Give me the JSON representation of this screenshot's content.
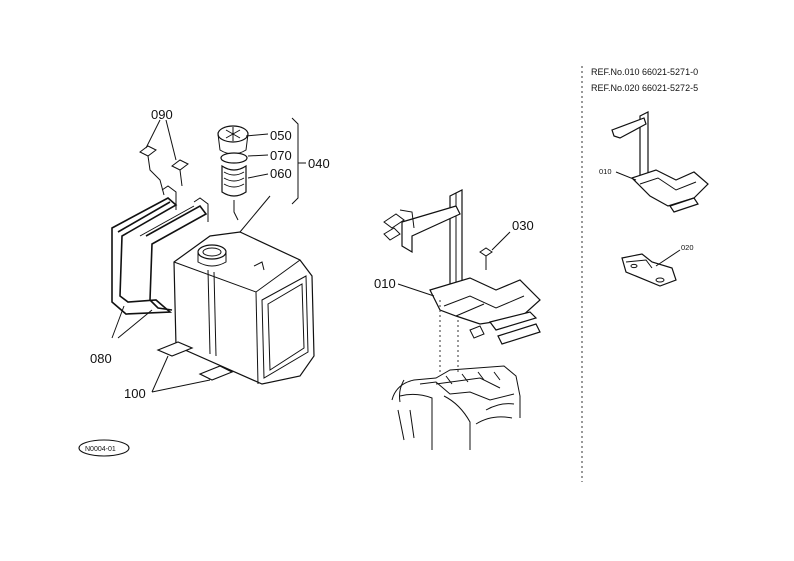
{
  "labels": {
    "p090": "090",
    "p050": "050",
    "p070": "070",
    "p040": "040",
    "p060": "060",
    "p080": "080",
    "p100": "100",
    "p010": "010",
    "p030": "030"
  },
  "reference": {
    "line1": "REF.No.010  66021-5271-0",
    "line2": "REF.No.020  66021-5272-5",
    "detail_010": "010",
    "detail_020": "020"
  },
  "diagram_code": "N0004-01"
}
